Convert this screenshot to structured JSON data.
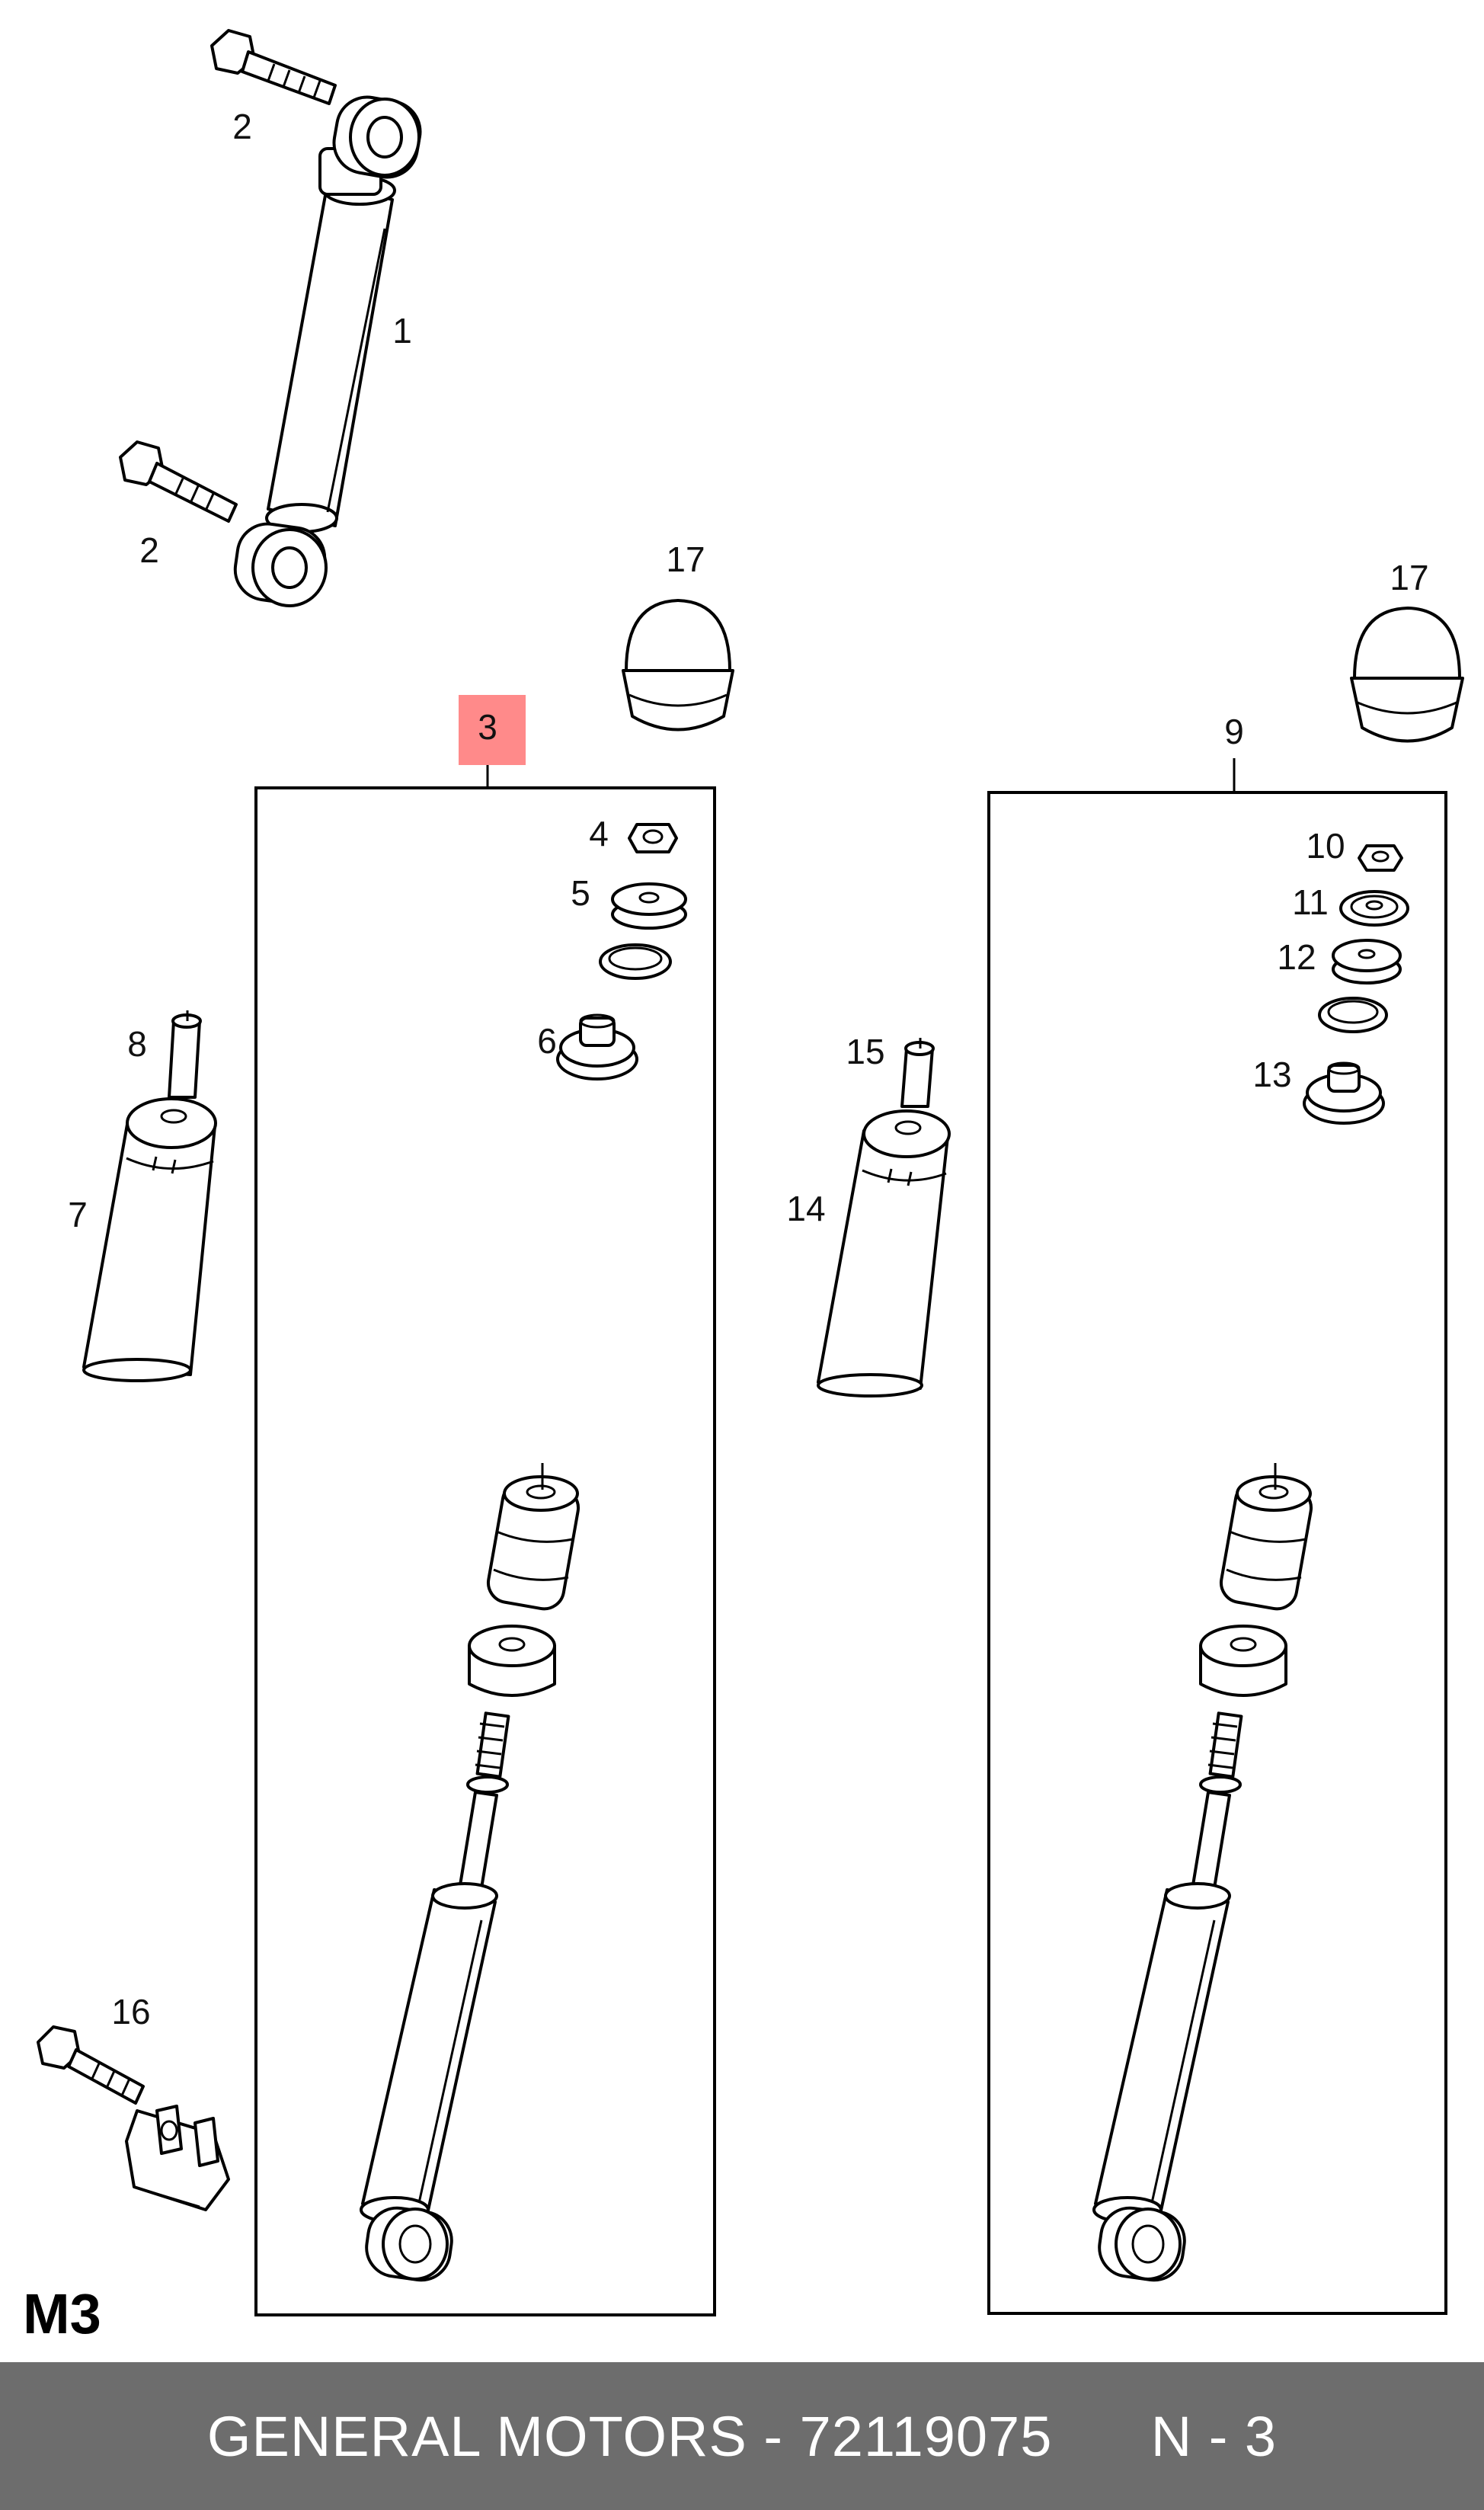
{
  "colors": {
    "highlight": "#ff8a8a",
    "footer_bg": "#6d6d6d",
    "footer_text": "#ffffff"
  },
  "section_label": "M3",
  "callouts": {
    "c1": "1",
    "c2a": "2",
    "c2b": "2",
    "c3": "3",
    "c4": "4",
    "c5": "5",
    "c6": "6",
    "c7": "7",
    "c8": "8",
    "c9": "9",
    "c10": "10",
    "c11": "11",
    "c12": "12",
    "c13": "13",
    "c14": "14",
    "c15": "15",
    "c16": "16",
    "c17a": "17",
    "c17b": "17"
  },
  "footer": {
    "brand": "GENERAL MOTORS",
    "separator": " - ",
    "part_number": "72119075",
    "page": "N - 3"
  }
}
